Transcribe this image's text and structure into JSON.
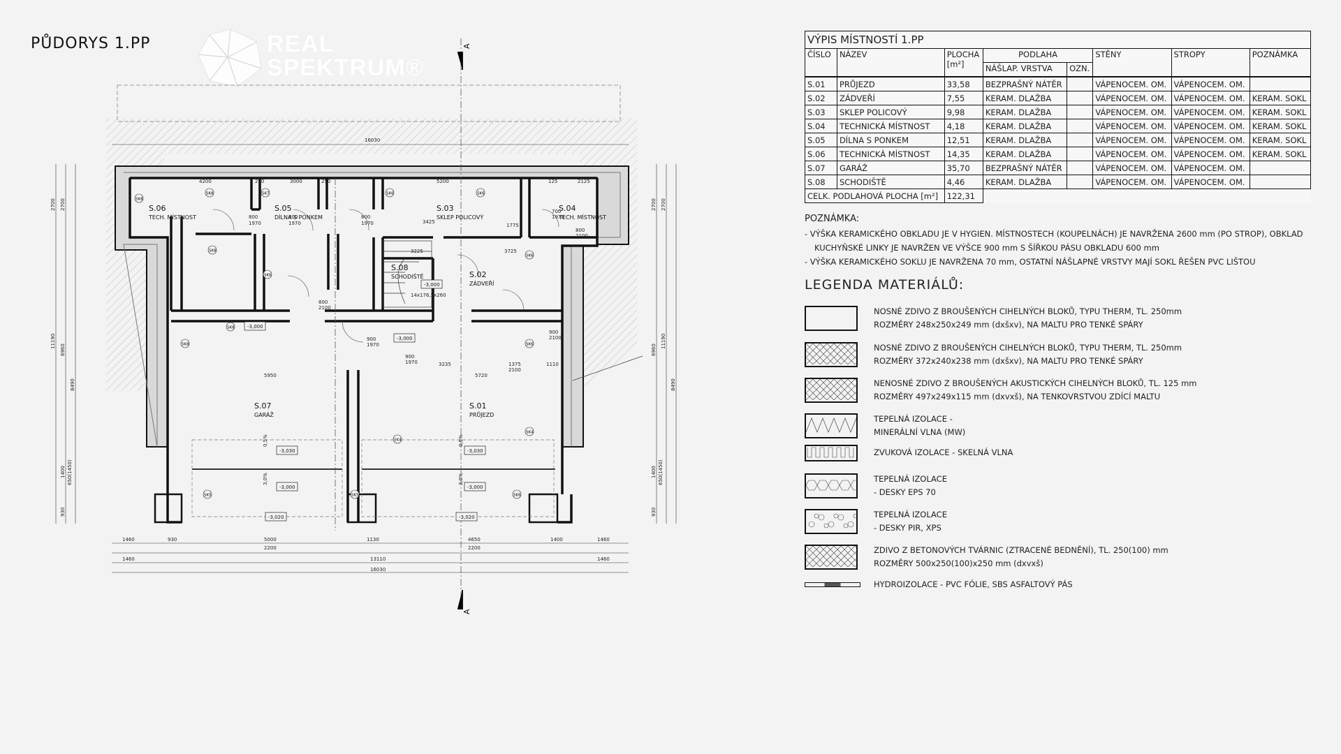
{
  "page_title": "PŮDORYS 1.PP",
  "logo": {
    "line1": "REAL",
    "line2": "SPEKTRUM®"
  },
  "section_marker": "A",
  "rooms": [
    {
      "num": "S.06",
      "name": "TECH. MÍSTNOST"
    },
    {
      "num": "S.05",
      "name": "DÍLNA S PONKEM"
    },
    {
      "num": "S.03",
      "name": "SKLEP POLICOVÝ"
    },
    {
      "num": "S.04",
      "name": "TECH. MÍSTNOST"
    },
    {
      "num": "S.08",
      "name": "SCHODIŠTĚ"
    },
    {
      "num": "S.02",
      "name": "ZÁDVEŘÍ"
    },
    {
      "num": "S.07",
      "name": "GARÁŽ"
    },
    {
      "num": "S.01",
      "name": "PRŮJEZD"
    }
  ],
  "plan_labels": {
    "levels": [
      "-3,000",
      "-3,000",
      "-3,000",
      "-3,030",
      "-3,030",
      "-3,000",
      "-3,000",
      "-3,020",
      "-3,020"
    ],
    "stair": "14x176,5x260",
    "slopes": [
      "0,5%",
      "0,5%",
      "3,0%",
      "3,0%"
    ],
    "sk": [
      "SK8",
      "SK8",
      "SK8",
      "SK8",
      "SK8",
      "SK7",
      "SK6",
      "SK6",
      "SK6",
      "SK6",
      "SK6",
      "SK4",
      "SK4",
      "SK5",
      "SK5",
      "SK6"
    ],
    "top_dims": [
      "16030",
      "4200",
      "250",
      "3000",
      "250",
      "5200",
      "125",
      "2125"
    ],
    "mid_dims": [
      "3425",
      "1775",
      "3225",
      "3725",
      "5950",
      "3235",
      "1375",
      "1110",
      "5720",
      "2100"
    ],
    "bottom_dims_row1": [
      "1460",
      "930",
      "5000",
      "1130",
      "4650",
      "1400",
      "1460"
    ],
    "bottom_dims_row1_sub": [
      "2200",
      "2200"
    ],
    "bottom_dims_row2": [
      "1460",
      "13110",
      "1460"
    ],
    "bottom_dims_row3": [
      "16030"
    ],
    "left_dims": [
      "2700",
      "2700",
      "11190",
      "6960",
      "8490",
      "1400",
      "650(1450)",
      "930"
    ],
    "right_dims": [
      "2700",
      "2700",
      "6960",
      "11190",
      "8490",
      "1400",
      "650(1450)",
      "930"
    ],
    "door_dims": [
      "800",
      "1970",
      "800",
      "1970",
      "800",
      "1970",
      "900",
      "1970",
      "700",
      "1970",
      "800",
      "2100",
      "900",
      "1970",
      "900",
      "2100",
      "800",
      "2100"
    ]
  },
  "schedule": {
    "title": "VÝPIS MÍSTNOSTÍ 1.PP",
    "headers": {
      "num": "ČÍSLO",
      "name": "NÁZEV",
      "area": "PLOCHA",
      "area_unit": "[m²]",
      "floor": "PODLAHA",
      "floor_layer": "NÁŠLAP. VRSTVA",
      "floor_mark": "OZN.",
      "walls": "STĚNY",
      "ceiling": "STROPY",
      "note": "POZNÁMKA"
    },
    "rows": [
      {
        "num": "S.01",
        "name": "PRŮJEZD",
        "area": "33,58",
        "floor": "BEZPRAŠNÝ NÁTĚR",
        "mark": "",
        "walls": "VÁPENOCEM. OM.",
        "ceiling": "VÁPENOCEM. OM.",
        "note": ""
      },
      {
        "num": "S.02",
        "name": "ZÁDVEŘÍ",
        "area": "7,55",
        "floor": "KERAM. DLAŽBA",
        "mark": "",
        "walls": "VÁPENOCEM. OM.",
        "ceiling": "VÁPENOCEM. OM.",
        "note": "KERAM. SOKL"
      },
      {
        "num": "S.03",
        "name": "SKLEP POLICOVÝ",
        "area": "9,98",
        "floor": "KERAM. DLAŽBA",
        "mark": "",
        "walls": "VÁPENOCEM. OM.",
        "ceiling": "VÁPENOCEM. OM.",
        "note": "KERAM. SOKL"
      },
      {
        "num": "S.04",
        "name": "TECHNICKÁ MÍSTNOST",
        "area": "4,18",
        "floor": "KERAM. DLAŽBA",
        "mark": "",
        "walls": "VÁPENOCEM. OM.",
        "ceiling": "VÁPENOCEM. OM.",
        "note": "KERAM. SOKL"
      },
      {
        "num": "S.05",
        "name": "DÍLNA S PONKEM",
        "area": "12,51",
        "floor": "KERAM. DLAŽBA",
        "mark": "",
        "walls": "VÁPENOCEM. OM.",
        "ceiling": "VÁPENOCEM. OM.",
        "note": "KERAM. SOKL"
      },
      {
        "num": "S.06",
        "name": "TECHNICKÁ MÍSTNOST",
        "area": "14,35",
        "floor": "KERAM. DLAŽBA",
        "mark": "",
        "walls": "VÁPENOCEM. OM.",
        "ceiling": "VÁPENOCEM. OM.",
        "note": "KERAM. SOKL"
      },
      {
        "num": "S.07",
        "name": "GARÁŽ",
        "area": "35,70",
        "floor": "BEZPRAŠNÝ NÁTĚR",
        "mark": "",
        "walls": "VÁPENOCEM. OM.",
        "ceiling": "VÁPENOCEM. OM.",
        "note": ""
      },
      {
        "num": "S.08",
        "name": "SCHODIŠTĚ",
        "area": "4,46",
        "floor": "KERAM. DLAŽBA",
        "mark": "",
        "walls": "VÁPENOCEM. OM.",
        "ceiling": "VÁPENOCEM. OM.",
        "note": ""
      }
    ],
    "total_label": "CELK. PODLAHOVÁ PLOCHA [m²]",
    "total_value": "122,31"
  },
  "notes": {
    "title": "POZNÁMKA:",
    "lines": [
      "- VÝŠKA KERAMICKÉHO OBKLADU JE V HYGIEN. MÍSTNOSTECH (KOUPELNÁCH) JE NAVRŽENA 2600 mm (PO STROP), OBKLAD",
      "KUCHYŇSKÉ LINKY JE NAVRŽEN VE VÝŠCE 900 mm S ŠÍŘKOU PÁSU OBKLADU 600 mm",
      "- VÝŠKA KERAMICKÉHO SOKLU JE NAVRŽENA 70 mm, OSTATNÍ NÁŠLAPNÉ VRSTVY MAJÍ SOKL ŘEŠEN PVC LIŠTOU"
    ]
  },
  "legend": {
    "title": "LEGENDA MATERIÁLŮ:",
    "items": [
      {
        "line1": "NOSNÉ ZDIVO Z BROUŠENÝCH CIHELNÝCH BLOKŮ, TYPU THERM, TL. 250mm",
        "line2": "ROZMĚRY 248x250x249 mm (dxšxv), NA MALTU PRO TENKÉ SPÁRY",
        "pattern": "plain"
      },
      {
        "line1": "NOSNÉ ZDIVO Z BROUŠENÝCH CIHELNÝCH BLOKŮ, TYPU THERM, TL. 250mm",
        "line2": "ROZMĚRY 372x240x238 mm (dxšxv), NA MALTU PRO TENKÉ SPÁRY",
        "pattern": "cross"
      },
      {
        "line1": "NENOSNÉ ZDIVO Z BROUŠENÝCH AKUSTICKÝCH CIHELNÝCH BLOKŮ, TL. 125 mm",
        "line2": "ROZMĚRY 497x249x115 mm (dxvxš), NA TENKOVRSTVOU ZDÍCÍ MALTU",
        "pattern": "cross"
      },
      {
        "line1": "TEPELNÁ IZOLACE -",
        "line2": "MINERÁLNÍ VLNA (MW)",
        "pattern": "wave"
      },
      {
        "line1": "ZVUKOVÁ IZOLACE - SKELNÁ VLNA",
        "line2": "",
        "pattern": "loops"
      },
      {
        "line1": "TEPELNÁ IZOLACE",
        "line2": "- DESKY EPS 70",
        "pattern": "hex"
      },
      {
        "line1": "TEPELNÁ IZOLACE",
        "line2": "- DESKY PIR, XPS",
        "pattern": "dots"
      },
      {
        "line1": "ZDIVO Z BETONOVÝCH TVÁRNIC (ZTRACENÉ BEDNĚNÍ), TL. 250(100) mm",
        "line2": "ROZMĚRY 500x250(100)x250 mm (dxvxš)",
        "pattern": "cross"
      },
      {
        "line1": "HYDROIZOLACE - PVC FÓLIE, SBS ASFALTOVÝ PÁS",
        "line2": "",
        "pattern": "line"
      }
    ]
  }
}
